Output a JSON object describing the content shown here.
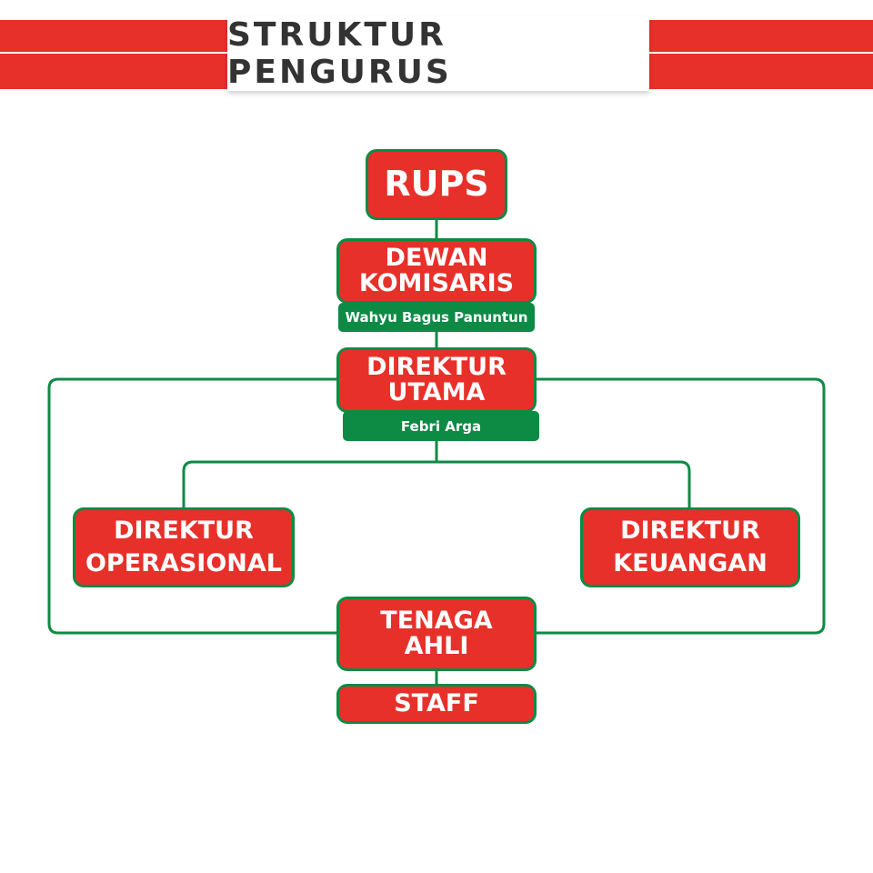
{
  "header": {
    "title": "STRUKTUR PENGURUS"
  },
  "nodes": {
    "rups": {
      "lines": [
        "RUPS"
      ]
    },
    "dewan_komisaris": {
      "lines": [
        "DEWAN",
        "KOMISARIS"
      ],
      "name": "Wahyu Bagus Panuntun"
    },
    "direktur_utama": {
      "lines": [
        "DIREKTUR",
        "UTAMA"
      ],
      "name": "Febri Arga"
    },
    "direktur_operasional": {
      "lines": [
        "DIREKTUR",
        "OPERASIONAL"
      ]
    },
    "direktur_keuangan": {
      "lines": [
        "DIREKTUR",
        "KEUANGAN"
      ]
    },
    "tenaga_ahli": {
      "lines": [
        "TENAGA",
        "AHLI"
      ]
    },
    "staff": {
      "lines": [
        "STAFF"
      ]
    }
  },
  "colors": {
    "accent_red": "#e8302a",
    "accent_green": "#0d8a44",
    "title_text": "#333333"
  }
}
